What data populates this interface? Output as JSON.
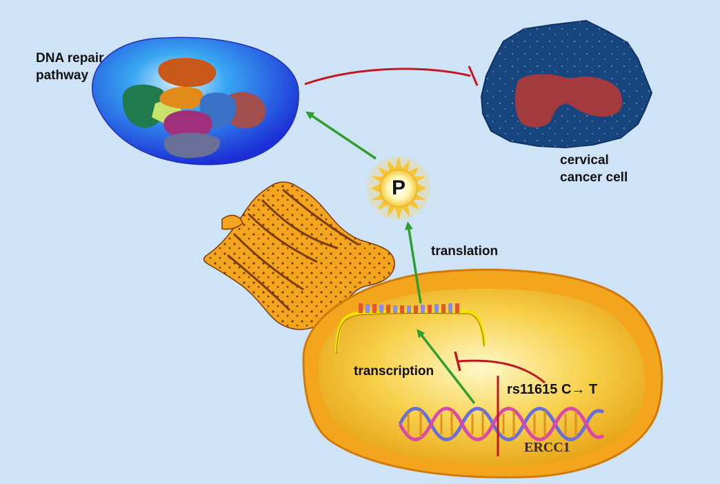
{
  "labels": {
    "dna_repair_line1": "DNA repair",
    "dna_repair_line2": "pathway",
    "cancer_line1": "cervical",
    "cancer_line2": "cancer cell",
    "translation": "translation",
    "transcription": "transcription",
    "snp": "rs11615 C→ T",
    "gene": "ERCC1",
    "protein_symbol": "P"
  },
  "colors": {
    "background": "#cfe3f7",
    "activation_arrow": "#2e9e2e",
    "inhibition_line": "#c0161f",
    "nucleus_fill": "#f3a51d",
    "cancer_cell": "#17467e",
    "cancer_nucleus": "#a23a3e"
  }
}
